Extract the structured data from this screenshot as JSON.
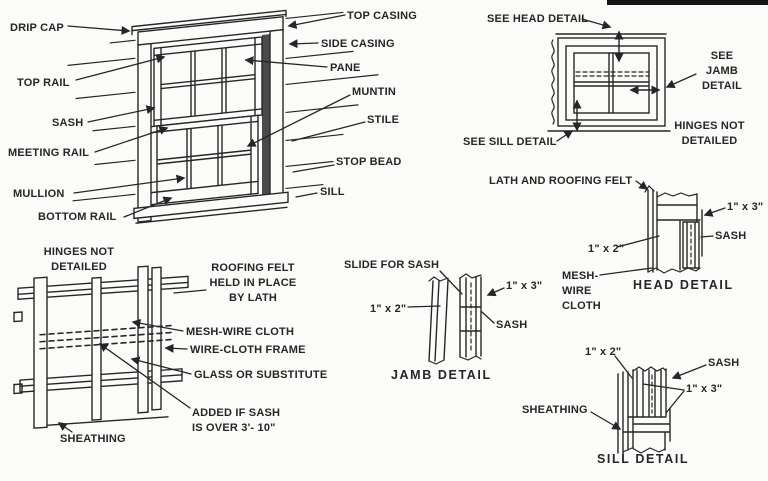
{
  "figure": {
    "background": "#fbfbf9",
    "ink": "#262626",
    "shadow_fill": "#4a4a4a"
  },
  "main_window": {
    "labels": {
      "drip_cap": "DRIP CAP",
      "top_casing": "TOP CASING",
      "side_casing": "SIDE CASING",
      "top_rail": "TOP RAIL",
      "pane": "PANE",
      "muntin": "MUNTIN",
      "sash": "SASH",
      "meeting_rail": "MEETING RAIL",
      "stile": "STILE",
      "stop_bead": "STOP BEAD",
      "mullion": "MULLION",
      "sill": "SILL",
      "bottom_rail": "BOTTOM RAIL"
    }
  },
  "casement_window": {
    "see_head_detail": "SEE HEAD DETAIL",
    "see_jamb_detail": {
      "lines": [
        "SEE",
        "JAMB",
        "DETAIL"
      ]
    },
    "see_sill_detail": "SEE SILL DETAIL",
    "hinges_note": {
      "lines": [
        "HINGES NOT",
        "DETAILED"
      ]
    }
  },
  "head_detail": {
    "title": "HEAD DETAIL",
    "lath_and_roofing_felt": "LATH AND ROOFING FELT",
    "dim_1x3": "1\" x 3\"",
    "dim_1x2": "1\" x 2\"",
    "sash": "SASH",
    "mesh_wire_cloth": {
      "lines": [
        "MESH-",
        "WIRE",
        "CLOTH"
      ]
    }
  },
  "screen_frame": {
    "hinges_note": {
      "lines": [
        "HINGES NOT",
        "DETAILED"
      ]
    },
    "roofing_felt": {
      "lines": [
        "ROOFING FELT",
        "HELD IN PLACE",
        "BY LATH"
      ]
    },
    "mesh_wire_cloth": "MESH-WIRE CLOTH",
    "wire_cloth_frame": "WIRE-CLOTH FRAME",
    "glass_or_substitute": "GLASS OR SUBSTITUTE",
    "added_if_sash": {
      "lines": [
        "ADDED IF SASH",
        "IS OVER 3'- 10\""
      ]
    },
    "sheathing": "SHEATHING"
  },
  "jamb_detail": {
    "title": "JAMB DETAIL",
    "slide_for_sash": "SLIDE FOR SASH",
    "dim_1x2": "1\" x 2\"",
    "dim_1x3": "1\" x 3\"",
    "sash": "SASH"
  },
  "sill_detail": {
    "title": "SILL DETAIL",
    "dim_1x2": "1\" x 2\"",
    "dim_1x3": "1\" x 3\"",
    "sash": "SASH",
    "sheathing": "SHEATHING"
  }
}
